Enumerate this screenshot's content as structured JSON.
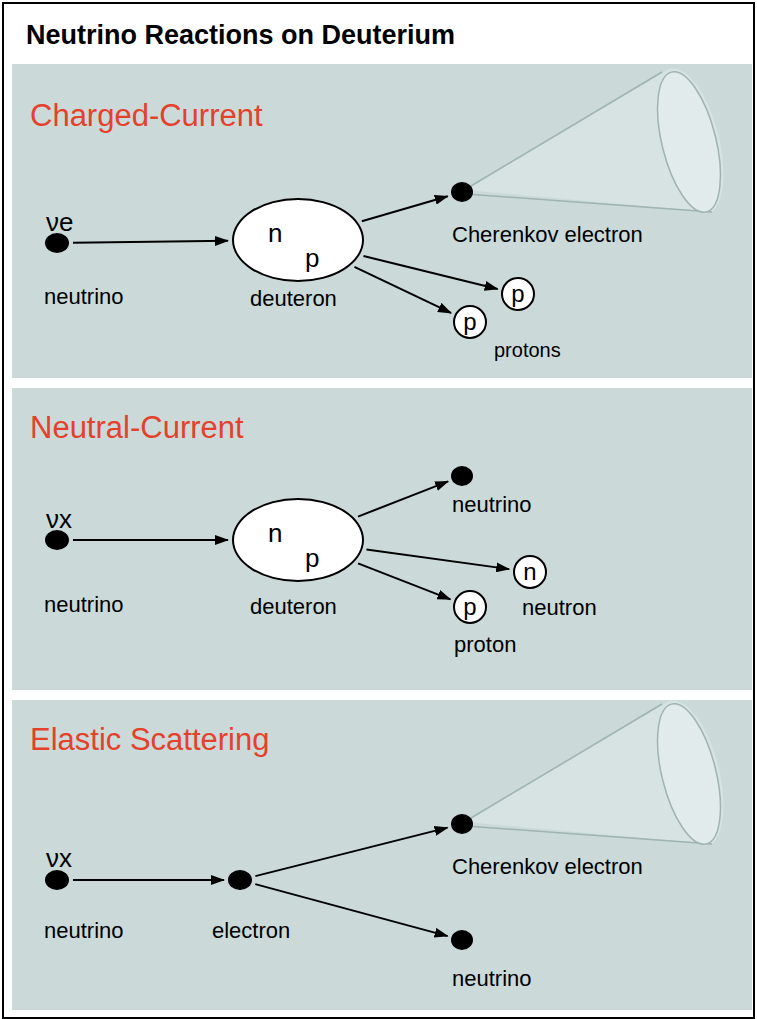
{
  "diagram": {
    "title": "Neutrino Reactions on Deuterium",
    "nodes": [
      {
        "text": [
          "Charged-Current"
        ]
      },
      {
        "text": [
          "νe",
          "neutrino"
        ],
        "in": 0
      },
      {
        "text": [
          "n",
          "p",
          "deuteron"
        ],
        "in": 0
      },
      {
        "text": [
          "Cherenkov electron"
        ],
        "in": 0
      },
      {
        "text": [
          "p"
        ],
        "in": 0
      },
      {
        "text": [
          "p",
          "protons"
        ],
        "in": 0
      },
      {
        "text": [
          "Neutral-Current"
        ]
      },
      {
        "text": [
          "νx",
          "neutrino"
        ],
        "in": 6
      },
      {
        "text": [
          "n",
          "p",
          "deuteron"
        ],
        "in": 6
      },
      {
        "text": [
          "neutrino"
        ],
        "in": 6
      },
      {
        "text": [
          "n",
          "neutron"
        ],
        "in": 6
      },
      {
        "text": [
          "p",
          "proton"
        ],
        "in": 6
      },
      {
        "text": [
          "Elastic Scattering"
        ]
      },
      {
        "text": [
          "νx",
          "neutrino"
        ],
        "in": 12
      },
      {
        "text": [
          "electron"
        ],
        "in": 12
      },
      {
        "text": [
          "Cherenkov electron"
        ],
        "in": 12
      },
      {
        "text": [
          "neutrino"
        ],
        "in": 12
      }
    ],
    "edges": [
      {
        "from": 1,
        "to": 2,
        "arrow": "to"
      },
      {
        "from": 2,
        "to": 3,
        "arrow": "to"
      },
      {
        "from": 2,
        "to": 4,
        "arrow": "to"
      },
      {
        "from": 2,
        "to": 5,
        "arrow": "to"
      },
      {
        "from": 7,
        "to": 8,
        "arrow": "to"
      },
      {
        "from": 8,
        "to": 9,
        "arrow": "to"
      },
      {
        "from": 8,
        "to": 10,
        "arrow": "to"
      },
      {
        "from": 8,
        "to": 11,
        "arrow": "to"
      },
      {
        "from": 13,
        "to": 14,
        "arrow": "to"
      },
      {
        "from": 14,
        "to": 15,
        "arrow": "to"
      },
      {
        "from": 14,
        "to": 16,
        "arrow": "to"
      }
    ]
  }
}
